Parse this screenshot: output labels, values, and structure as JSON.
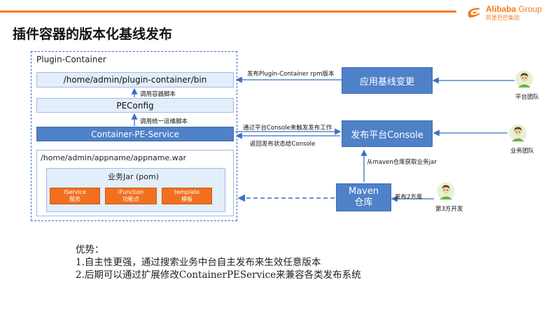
{
  "header": {
    "brand": "Alibaba",
    "brand_suffix": "Group",
    "brand_sub": "阿里巴巴集团",
    "title": "插件容器的版本化基线发布"
  },
  "container": {
    "label": "Plugin-Container",
    "bin_path": "/home/admin/plugin-container/bin",
    "call_script": "调用容器脚本",
    "peconfig": "PEConfig",
    "call_ops": "调用统一运维脚本",
    "service": "Container-PE-Service",
    "war_path": "/home/admin/appname/appname.war",
    "jar_label": "业务Jar (pom)",
    "modules": [
      {
        "line1": "IService",
        "line2": "服务"
      },
      {
        "line1": "IFunction",
        "line2": "功能点"
      },
      {
        "line1": "template",
        "line2": "模板"
      }
    ]
  },
  "right": {
    "baseline_change": "应用基线变更",
    "console": "发布平台Console",
    "maven_line1": "Maven",
    "maven_line2": "仓库"
  },
  "edges": {
    "publish_rpm": "发布Plugin-Container rpm版本",
    "trigger_publish": "通过平台Console来触发发布工作",
    "return_status": "返回发布状态给Console",
    "from_maven": "从maven仓库获取业务jar",
    "publish_to_repo": "发布2方库"
  },
  "actors": {
    "platform_team": "平台团队",
    "business_team": "业务团队",
    "third_party": "第3方开发"
  },
  "advantages": {
    "heading": "优势：",
    "item1": "1.自主性更强，通过搜索业务中台自主发布来生效任意版本",
    "item2": "2.后期可以通过扩展修改ContainerPEService来兼容各类发布系统"
  },
  "colors": {
    "accent_orange": "#f47b20",
    "box_blue": "#4f81c9",
    "light_blue": "#e3eefb",
    "module_orange": "#f07020"
  }
}
